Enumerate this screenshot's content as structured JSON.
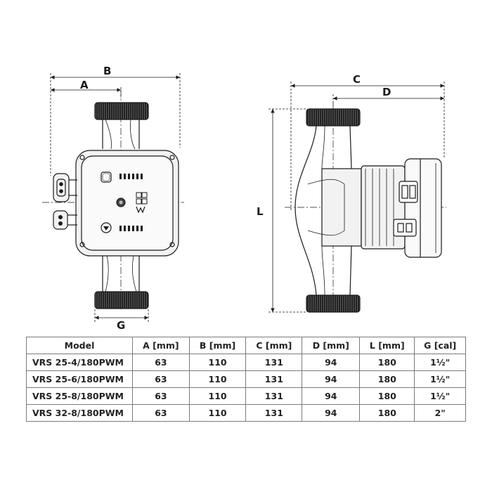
{
  "dimension_labels": {
    "A": "A",
    "B": "B",
    "C": "C",
    "D": "D",
    "L": "L",
    "G": "G"
  },
  "table": {
    "headers": [
      "Model",
      "A [mm]",
      "B [mm]",
      "C [mm]",
      "D [mm]",
      "L [mm]",
      "G [cal]"
    ],
    "rows": [
      [
        "VRS 25-4/180PWM",
        "63",
        "110",
        "131",
        "94",
        "180",
        "1½\""
      ],
      [
        "VRS 25-6/180PWM",
        "63",
        "110",
        "131",
        "94",
        "180",
        "1½\""
      ],
      [
        "VRS 25-8/180PWM",
        "63",
        "110",
        "131",
        "94",
        "180",
        "1½\""
      ],
      [
        "VRS 32-8/180PWM",
        "63",
        "110",
        "131",
        "94",
        "180",
        "2\""
      ]
    ]
  },
  "colors": {
    "line": "#1a1a1a",
    "thread": "#222222",
    "body_fill": "#f2f2f2",
    "panel_fill": "#fafafa"
  }
}
